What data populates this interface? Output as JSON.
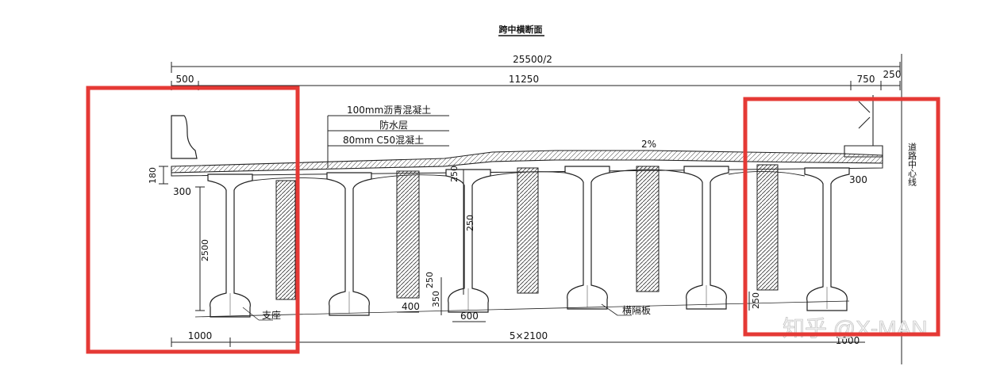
{
  "title": "跨中横断面",
  "dimensions": {
    "total_width": "25500/2",
    "left_curb": "500",
    "deck_span": "11250",
    "right_barrier": "750",
    "right_edge": "250",
    "slab_thickness": "180",
    "flange_overhang": "300",
    "girder_height": "2500",
    "web_label": "250",
    "mid_girder_height": "250",
    "diaphragm_width": "400",
    "heel_height": "250",
    "heel_height_2": "350",
    "bottom_flange_width": "600",
    "right_flange": "300",
    "right_heel": "250",
    "left_end_spacing": "1000",
    "girder_spacing_total": "5×2100",
    "right_end_spacing": "1000"
  },
  "layers": {
    "asphalt": "100mm沥青混凝土",
    "waterproof": "防水层",
    "concrete": "80mm C50混凝土"
  },
  "slope": "2%",
  "centerline_label": "道路中心线",
  "callouts": {
    "left": "支座",
    "middle": "横隔板"
  },
  "watermark": "知乎 @X-MAN",
  "highlight_color": "#e53935",
  "hatch_color": "#333333"
}
